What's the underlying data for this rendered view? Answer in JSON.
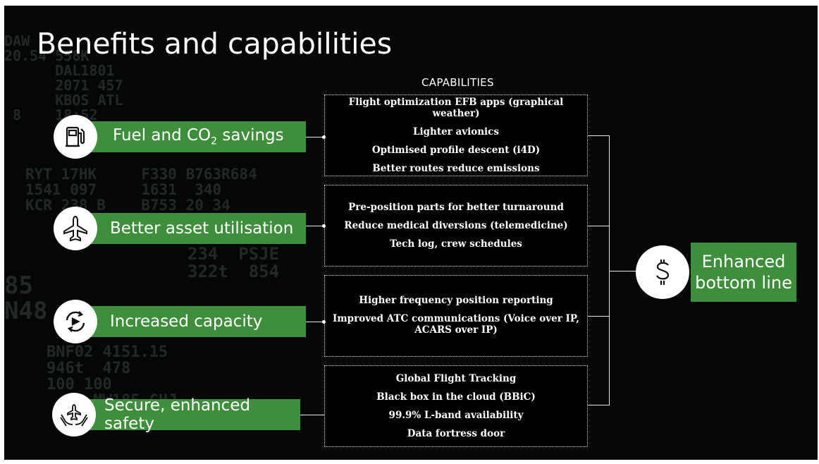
{
  "title": "Benefits and capabilities",
  "capabilities_heading": "CAPABILITIES",
  "benefits": [
    {
      "label": "Fuel and CO",
      "sub": "2",
      "label_after": " savings",
      "icon": "fuel-pump-icon"
    },
    {
      "label": "Better asset utilisation",
      "icon": "airplane-icon"
    },
    {
      "label": "Increased capacity",
      "icon": "cycle-arrows-icon"
    },
    {
      "label": "Secure, enhanced safety",
      "icon": "hands-airplane-icon"
    }
  ],
  "capability_groups": [
    {
      "items": [
        "Flight optimization EFB apps (graphical weather)",
        "Lighter avionics",
        "Optimised profile descent (i4D)",
        "Better routes reduce emissions"
      ]
    },
    {
      "items": [
        "Pre-position parts for better turnaround",
        "Reduce medical diversions (telemedicine)",
        "Tech log, crew schedules"
      ]
    },
    {
      "items": [
        "Higher frequency position reporting",
        "Improved ATC communications (Voice over IP, ACARS over IP)"
      ]
    },
    {
      "items": [
        "Global Flight Tracking",
        "Black box in the cloud (BBiC)",
        "99.9% L-band availability",
        "Data fortress door"
      ]
    }
  ],
  "result": {
    "line1": "Enhanced",
    "line2": "bottom line",
    "icon": "dollar-icon"
  },
  "colors": {
    "green": "#3f8e3c",
    "background": "#050707"
  }
}
